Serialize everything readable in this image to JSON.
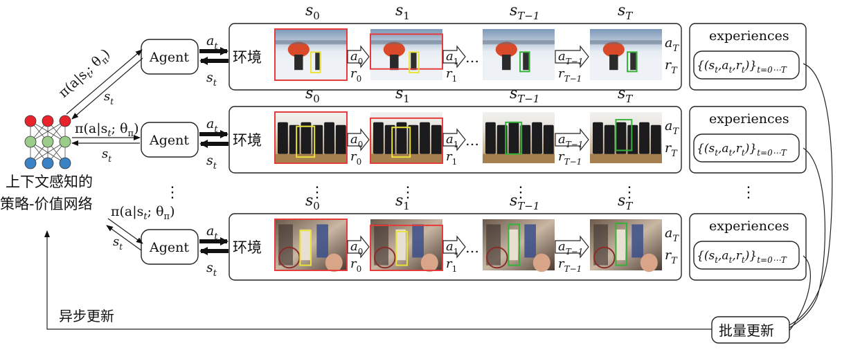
{
  "network": {
    "label_line1": "上下文感知的",
    "label_line2": "策略-价值网络",
    "node_colors": {
      "output": "#e8232b",
      "hidden": "#9ccc8a",
      "input": "#3b82c4"
    }
  },
  "policy_label": "π(a|s",
  "policy_sub_t": "t",
  "policy_mid": "; θ",
  "policy_sub_pi": "π",
  "policy_close": ")",
  "agent_label": "Agent",
  "env_label": "环境",
  "experiences_label": "experiences",
  "async_update_label": "异步更新",
  "batch_update_label": "批量更新",
  "vdots": "⋮",
  "hdots": "…",
  "sym": {
    "s": "s",
    "a": "a",
    "r": "r",
    "t": "t",
    "T": "T",
    "sub0": "0",
    "sub1": "1",
    "subTm1": "T−1",
    "exp_open": "{(s",
    "exp_comma_a": ",a",
    "exp_comma_r": ",r",
    "exp_close": ")}",
    "exp_range": "t=0⋯T"
  },
  "frame_colors": {
    "red": "#e63b3b",
    "yellow": "#e9e23a",
    "green": "#35b23a"
  }
}
